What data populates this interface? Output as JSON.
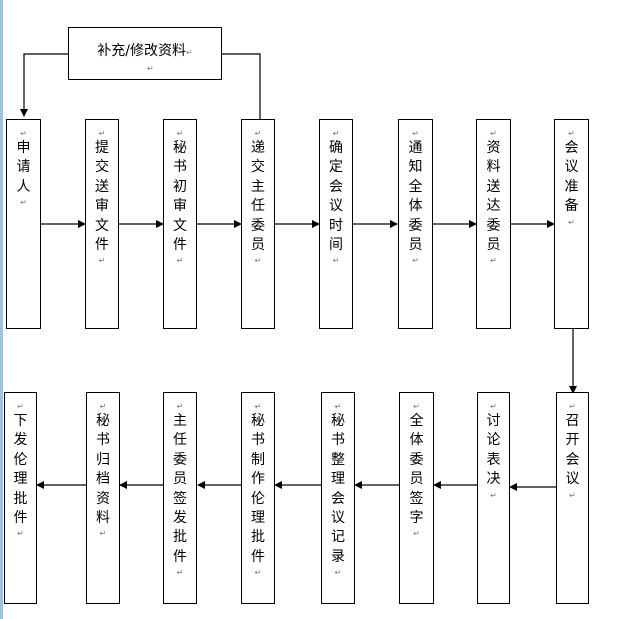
{
  "top_box": {
    "label": "补充/修改资料"
  },
  "row1": [
    {
      "id": "applicant",
      "chars": [
        "申",
        "请",
        "人"
      ]
    },
    {
      "id": "submit-docs",
      "chars": [
        "提",
        "交",
        "送",
        "审",
        "文",
        "件"
      ]
    },
    {
      "id": "secretary-review",
      "chars": [
        "秘",
        "书",
        "初",
        "审",
        "文",
        "件"
      ]
    },
    {
      "id": "to-chair",
      "chars": [
        "递",
        "交",
        "主",
        "任",
        "委",
        "员"
      ]
    },
    {
      "id": "set-time",
      "chars": [
        "确",
        "定",
        "会",
        "议",
        "时",
        "间"
      ]
    },
    {
      "id": "notify-members",
      "chars": [
        "通",
        "知",
        "全",
        "体",
        "委",
        "员"
      ]
    },
    {
      "id": "send-materials",
      "chars": [
        "资",
        "料",
        "送",
        "达",
        "委",
        "员"
      ]
    },
    {
      "id": "prepare-meeting",
      "chars": [
        "会",
        "议",
        "准",
        "备"
      ]
    }
  ],
  "row2": [
    {
      "id": "issue-approval",
      "chars": [
        "下",
        "发",
        "伦",
        "理",
        "批",
        "件"
      ]
    },
    {
      "id": "archive",
      "chars": [
        "秘",
        "书",
        "归",
        "档",
        "资",
        "料"
      ]
    },
    {
      "id": "chair-sign",
      "chars": [
        "主",
        "任",
        "委",
        "员",
        "签",
        "发",
        "批",
        "件"
      ]
    },
    {
      "id": "make-approval",
      "chars": [
        "秘",
        "书",
        "制",
        "作",
        "伦",
        "理",
        "批",
        "件"
      ]
    },
    {
      "id": "minutes",
      "chars": [
        "秘",
        "书",
        "整",
        "理",
        "会",
        "议",
        "记",
        "录"
      ]
    },
    {
      "id": "members-sign",
      "chars": [
        "全",
        "体",
        "委",
        "员",
        "签",
        "字"
      ]
    },
    {
      "id": "discuss-vote",
      "chars": [
        "讨",
        "论",
        "表",
        "决"
      ]
    },
    {
      "id": "hold-meeting",
      "chars": [
        "召",
        "开",
        "会",
        "议"
      ]
    }
  ]
}
